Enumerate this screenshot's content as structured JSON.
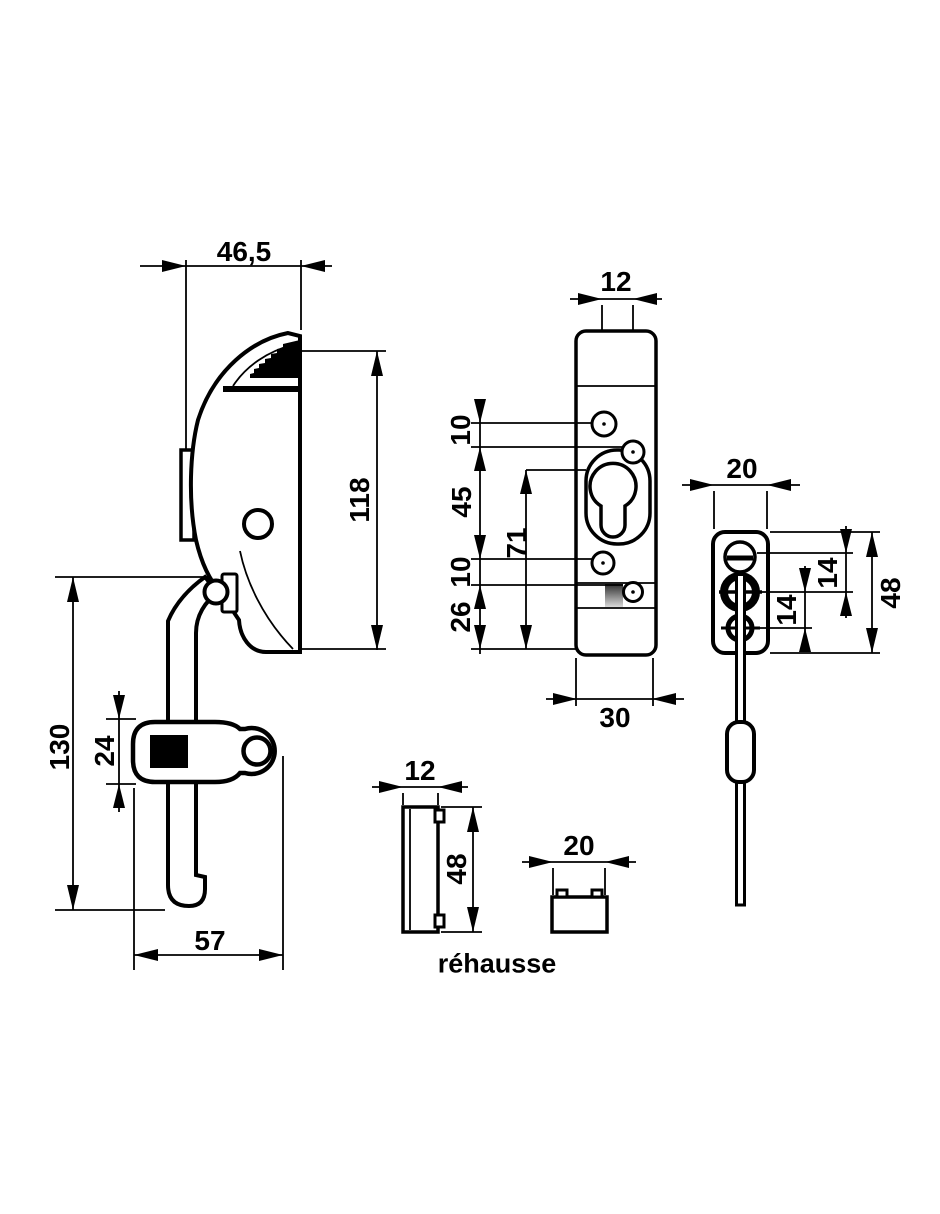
{
  "drawing": {
    "type": "technical-dimension-drawing",
    "line_color": "#000000",
    "background": "#ffffff",
    "side_view": {
      "dim_width_top": "46,5",
      "dim_body_height": "118",
      "dim_total_height": "130",
      "dim_handle_thickness": "24",
      "dim_handle_length": "57"
    },
    "front_view": {
      "dim_hole_offset": "12",
      "dim_hole_to_cylinder": "10",
      "dim_cylinder_span": "45",
      "dim_center_span": "71",
      "dim_bolt_offset": "10",
      "dim_bottom_margin": "26",
      "dim_plate_width": "30"
    },
    "keeper_view": {
      "dim_width": "20",
      "dim_screw_to_ring": "14",
      "dim_ring_to_ring": "14",
      "dim_height": "48"
    },
    "risers": {
      "caption": "réhausse",
      "side": {
        "dim_width": "12",
        "dim_height": "48"
      },
      "front": {
        "dim_width": "20"
      }
    }
  }
}
